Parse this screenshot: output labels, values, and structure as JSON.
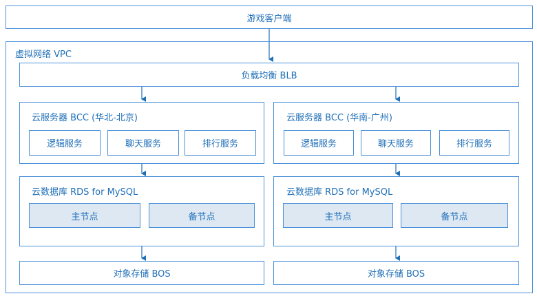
{
  "client": "游戏客户端",
  "vpc_label": "虚拟网络 VPC",
  "lb": "负载均衡  BLB",
  "regions": [
    {
      "bcc_title": "云服务器 BCC   (华北-北京)",
      "services": [
        "逻辑服务",
        "聊天服务",
        "排行服务"
      ],
      "rds_title": "云数据库 RDS for MySQL",
      "primary": "主节点",
      "standby": "备节点",
      "bos": "对象存储 BOS"
    },
    {
      "bcc_title": "云服务器 BCC   (华南-广州)",
      "services": [
        "逻辑服务",
        "聊天服务",
        "排行服务"
      ],
      "rds_title": "云数据库 RDS for MySQL",
      "primary": "主节点",
      "standby": "备节点",
      "bos": "对象存储 BOS"
    }
  ],
  "colors": {
    "line": "#4a90d9",
    "text": "#1f6fb8",
    "db_fill": "#dde8f3"
  }
}
